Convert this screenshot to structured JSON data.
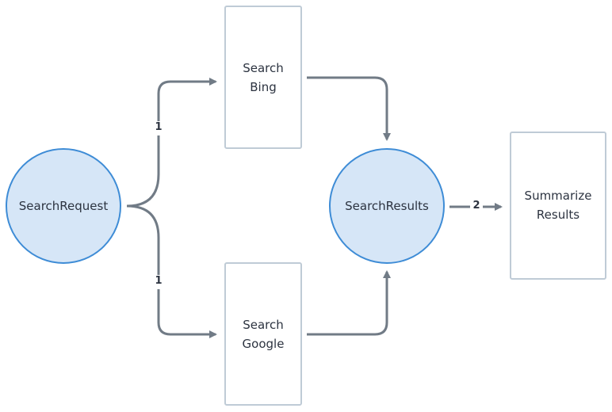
{
  "diagram": {
    "colors": {
      "circle_fill": "#d6e6f7",
      "circle_stroke": "#3e8cd6",
      "box_stroke": "#bfcbd6",
      "edge": "#717b86"
    },
    "nodes": {
      "search_request": {
        "label": "SearchRequest",
        "shape": "circle"
      },
      "search_bing": {
        "label": "Search\nBing",
        "shape": "box"
      },
      "search_google": {
        "label": "Search\nGoogle",
        "shape": "box"
      },
      "search_results": {
        "label": "SearchResults",
        "shape": "circle"
      },
      "summarize_results": {
        "label": "Summarize\nResults",
        "shape": "box"
      }
    },
    "edges": [
      {
        "from": "search_request",
        "to": "search_bing",
        "label": "1"
      },
      {
        "from": "search_request",
        "to": "search_google",
        "label": "1"
      },
      {
        "from": "search_bing",
        "to": "search_results",
        "label": ""
      },
      {
        "from": "search_google",
        "to": "search_results",
        "label": ""
      },
      {
        "from": "search_results",
        "to": "summarize_results",
        "label": "2"
      }
    ]
  }
}
